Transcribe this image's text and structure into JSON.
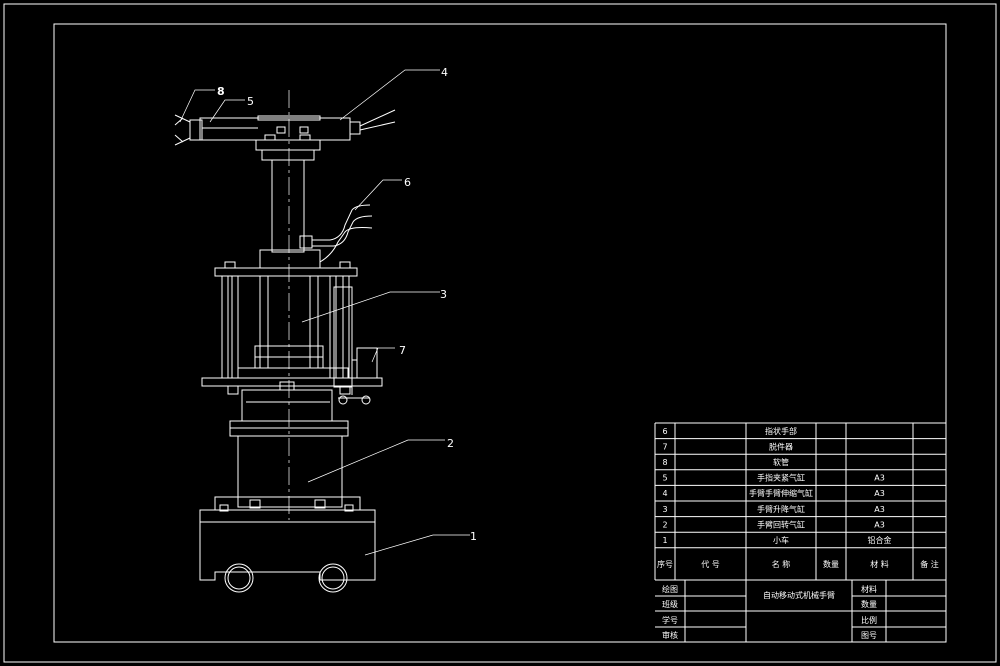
{
  "callouts": [
    "1",
    "2",
    "3",
    "4",
    "5",
    "6",
    "7",
    "8"
  ],
  "bom": {
    "rows": [
      {
        "no": "6",
        "code": "",
        "name": "指状手部",
        "qty": "",
        "material": "",
        "note": ""
      },
      {
        "no": "7",
        "code": "",
        "name": "脱件器",
        "qty": "",
        "material": "",
        "note": ""
      },
      {
        "no": "8",
        "code": "",
        "name": "软管",
        "qty": "",
        "material": "",
        "note": ""
      },
      {
        "no": "5",
        "code": "",
        "name": "手指夹紧气缸",
        "qty": "",
        "material": "A3",
        "note": ""
      },
      {
        "no": "4",
        "code": "",
        "name": "手臂手臂伸缩气缸",
        "qty": "",
        "material": "A3",
        "note": ""
      },
      {
        "no": "3",
        "code": "",
        "name": "手臂升降气缸",
        "qty": "",
        "material": "A3",
        "note": ""
      },
      {
        "no": "2",
        "code": "",
        "name": "手臂回转气缸",
        "qty": "",
        "material": "A3",
        "note": ""
      },
      {
        "no": "1",
        "code": "",
        "name": "小车",
        "qty": "",
        "material": "铝合金",
        "note": ""
      }
    ],
    "header": {
      "no": "序号",
      "code": "代  号",
      "name": "名  称",
      "qty": "数量",
      "material": "材  料",
      "note": "备  注"
    }
  },
  "title_block": {
    "left_labels": [
      "绘图",
      "班级",
      "学号",
      "审核"
    ],
    "title": "自动移动式机械手臂",
    "right_labels": [
      "材料",
      "数量",
      "比例",
      "图号"
    ]
  },
  "colors": {
    "background": "#000000",
    "lines": "#ffffff"
  }
}
